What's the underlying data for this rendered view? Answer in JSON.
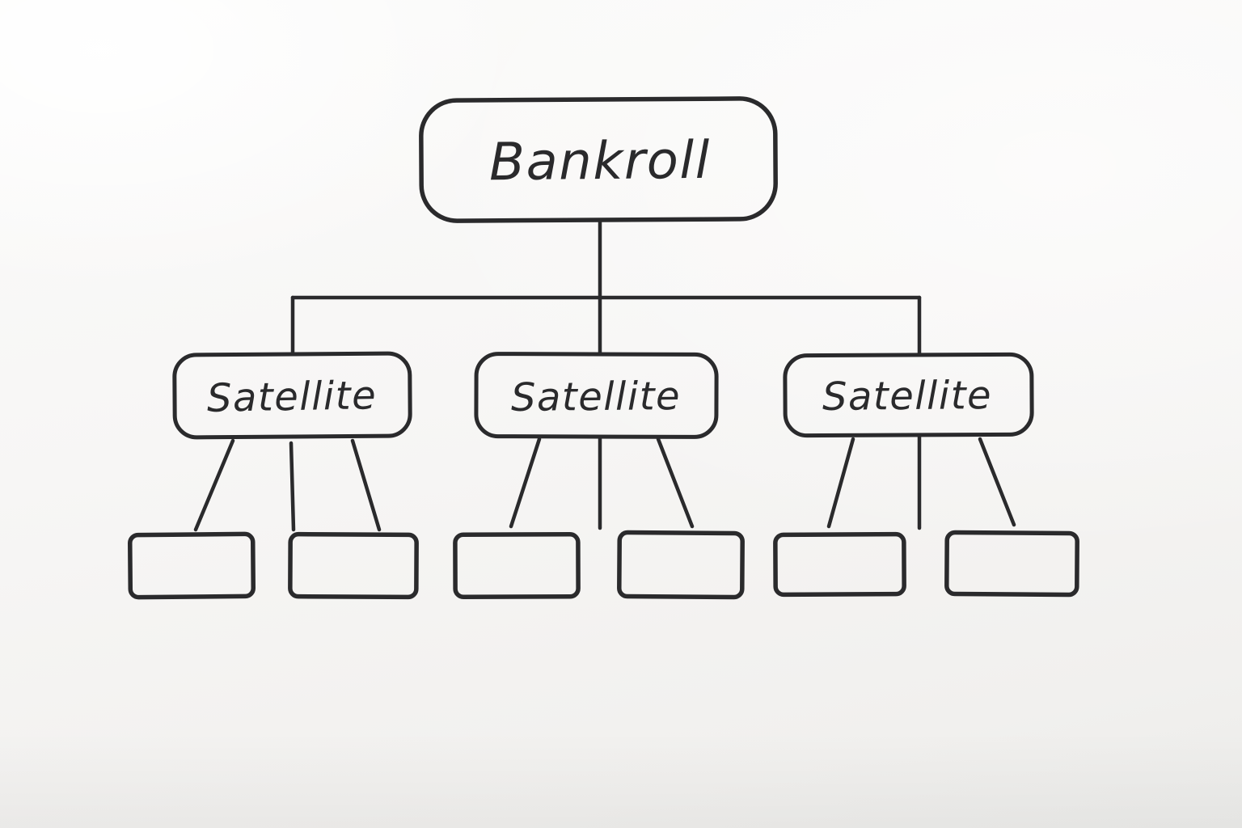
{
  "title": "Bankroll satellite structure whiteboard diagram",
  "colors": {
    "ink": "#2a2a2c",
    "background": "#f7f6f5"
  },
  "diagram": {
    "type": "tree",
    "style": "hand-drawn-marker-on-whiteboard",
    "root": {
      "label": "Bankroll"
    },
    "satellites": [
      {
        "label": "Satellite",
        "children_boxes": 2,
        "child_lines": 3
      },
      {
        "label": "Satellite",
        "children_boxes": 2,
        "child_lines": 3
      },
      {
        "label": "Satellite",
        "children_boxes": 2,
        "child_lines": 3
      }
    ],
    "leaf_boxes": {
      "count": 6,
      "label": ""
    }
  }
}
